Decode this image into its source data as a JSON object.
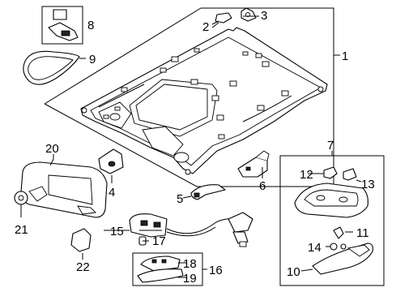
{
  "callouts": [
    {
      "id": "1",
      "text": "1"
    },
    {
      "id": "2",
      "text": "2"
    },
    {
      "id": "3",
      "text": "3"
    },
    {
      "id": "4",
      "text": "4"
    },
    {
      "id": "5",
      "text": "5"
    },
    {
      "id": "6",
      "text": "6"
    },
    {
      "id": "7",
      "text": "7"
    },
    {
      "id": "8",
      "text": "8"
    },
    {
      "id": "9",
      "text": "9"
    },
    {
      "id": "10",
      "text": "10"
    },
    {
      "id": "11",
      "text": "11"
    },
    {
      "id": "12",
      "text": "12"
    },
    {
      "id": "13",
      "text": "13"
    },
    {
      "id": "14",
      "text": "14"
    },
    {
      "id": "15",
      "text": "15"
    },
    {
      "id": "16",
      "text": "16"
    },
    {
      "id": "17",
      "text": "17"
    },
    {
      "id": "18",
      "text": "18"
    },
    {
      "id": "19",
      "text": "19"
    },
    {
      "id": "20",
      "text": "20"
    },
    {
      "id": "21",
      "text": "21"
    },
    {
      "id": "22",
      "text": "22"
    }
  ]
}
